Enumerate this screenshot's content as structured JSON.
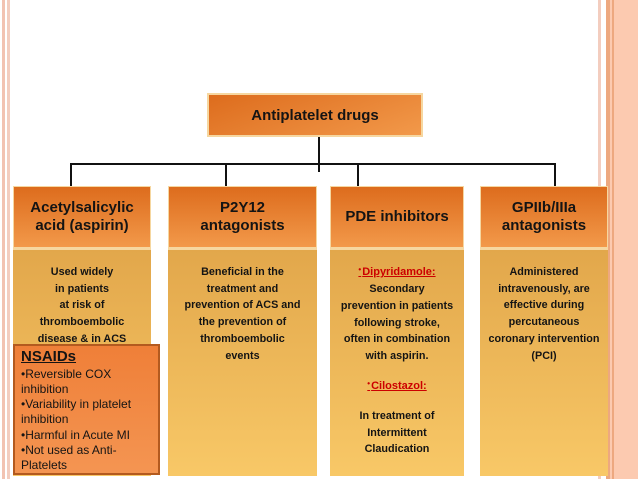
{
  "slide": {
    "title_box": "Antiplatelet drugs"
  },
  "columns": [
    {
      "header_lines": [
        "Acetylsalicylic",
        "acid (aspirin)"
      ],
      "body_lines": [
        "Used widely",
        "in patients",
        "at risk of",
        "thromboembolic",
        "disease & in ACS"
      ]
    },
    {
      "header_lines": [
        "P2Y12",
        "antagonists"
      ],
      "body_lines": [
        "Beneficial in the",
        "treatment and",
        "prevention of ACS and",
        "the prevention of",
        "thromboembolic",
        "events"
      ]
    },
    {
      "header_lines": [
        "PDE inhibitors"
      ],
      "drugs": [
        {
          "bullet": "•",
          "name": "Dipyridamole:",
          "desc_lines": [
            "Secondary",
            "prevention in patients",
            "following stroke,",
            "often in combination",
            "with aspirin."
          ]
        },
        {
          "bullet": "•",
          "name": "Cilostazol:",
          "desc_lines": [
            "In treatment of",
            "Intermittent",
            "Claudication"
          ]
        }
      ]
    },
    {
      "header_lines": [
        "GPIIb/IIIa",
        "antagonists"
      ],
      "body_lines": [
        "Administered",
        "intravenously, are",
        "effective during",
        "percutaneous",
        "coronary intervention",
        "(PCI)"
      ]
    }
  ],
  "nsaids": {
    "title": "NSAIDs",
    "bullet_glyph": "•",
    "bullets": [
      "Reversible COX inhibition",
      "Variability in platelet inhibition",
      "Harmful in Acute MI",
      "Not used as Anti-Platelets"
    ]
  },
  "colors": {
    "c-header-top": "#dd6c1d",
    "c-header-bot": "#f2994a",
    "c-body-top": "#e2a74b",
    "c-body-bot": "#f8c867",
    "c-nsaids-top": "#ef7f38",
    "c-nsaids-bot": "#f49552",
    "c-nsaids-border": "#b35a1f",
    "c-box-border": "#f6d7a0",
    "c-red": "#cc0000",
    "c-line": "#111111",
    "c-text": "#141414",
    "c-stripe": "#f2c3b2",
    "c-stripe2": "#f3cdbf",
    "c-band": "#fccab0",
    "c-band-edge": "#eda87f"
  }
}
